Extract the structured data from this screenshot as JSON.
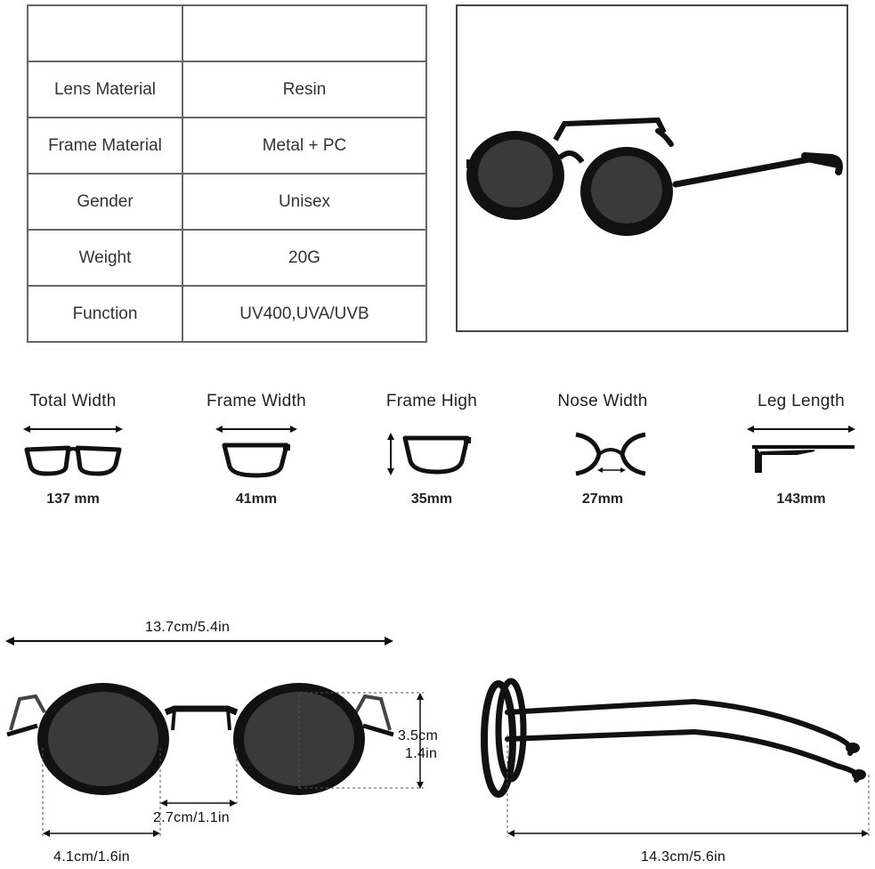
{
  "spec_table": {
    "rows": [
      {
        "label": "",
        "value": ""
      },
      {
        "label": "Lens Material",
        "value": "Resin"
      },
      {
        "label": "Frame Material",
        "value": "Metal + PC"
      },
      {
        "label": "Gender",
        "value": "Unisex"
      },
      {
        "label": "Weight",
        "value": "20G"
      },
      {
        "label": "Function",
        "value": "UV400,UVA/UVB"
      }
    ]
  },
  "dimensions": [
    {
      "title": "Total Width",
      "value": "137 mm",
      "icon": "total-width-icon"
    },
    {
      "title": "Frame Width",
      "value": "41mm",
      "icon": "frame-width-icon"
    },
    {
      "title": "Frame High",
      "value": "35mm",
      "icon": "frame-height-icon"
    },
    {
      "title": "Nose Width",
      "value": "27mm",
      "icon": "nose-width-icon"
    },
    {
      "title": "Leg Length",
      "value": "143mm",
      "icon": "leg-length-icon"
    }
  ],
  "front_view": {
    "total_width": "13.7cm/5.4in",
    "lens_height_cm": "3.5cm",
    "lens_height_in": "1.4in",
    "bridge_width": "2.7cm/1.1in",
    "lens_width": "4.1cm/1.6in"
  },
  "side_view": {
    "leg_length": "14.3cm/5.6in"
  },
  "colors": {
    "frame": "#111111",
    "lens": "#3a3a3a",
    "border": "#555555"
  }
}
